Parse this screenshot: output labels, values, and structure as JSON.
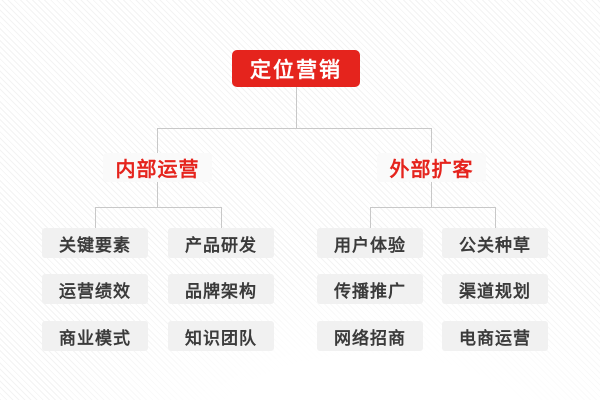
{
  "colors": {
    "accent_red": "#e5241d",
    "branch_bg": "#fafafa",
    "leaf_bg": "#f1f1f1",
    "leaf_text": "#3b3b3b",
    "connector": "#c8c8c8",
    "stripe": "#f3f3f3"
  },
  "tree": {
    "root": {
      "label": "定位营销"
    },
    "branches": [
      {
        "label": "内部运营",
        "children": [
          "关键要素",
          "产品研发",
          "运营绩效",
          "品牌架构",
          "商业模式",
          "知识团队"
        ]
      },
      {
        "label": "外部扩客",
        "children": [
          "用户体验",
          "公关种草",
          "传播推广",
          "渠道规划",
          "网络招商",
          "电商运营"
        ]
      }
    ]
  }
}
